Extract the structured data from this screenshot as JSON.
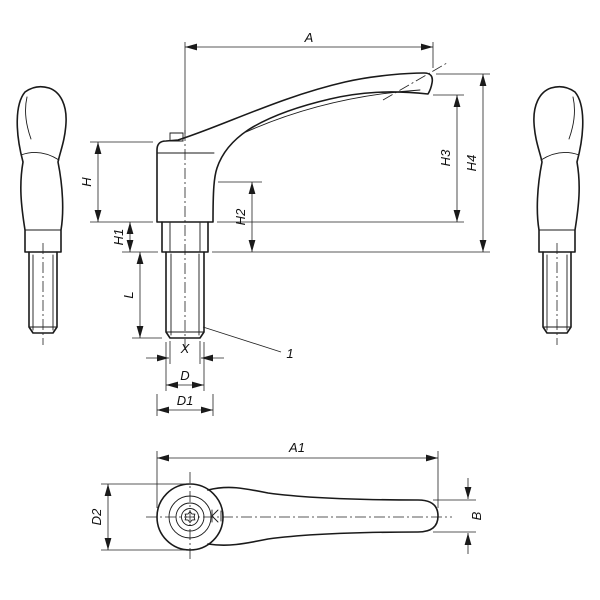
{
  "page": {
    "background": "#ffffff",
    "line_color": "#1a1a1a",
    "dimension_color": "#222222"
  },
  "labels": {
    "A": "A",
    "H": "H",
    "H1": "H1",
    "H2": "H2",
    "H3": "H3",
    "H4": "H4",
    "L": "L",
    "X": "X",
    "D": "D",
    "D1": "D1",
    "callout_1": "1",
    "A1": "A1",
    "D2": "D2",
    "B": "B"
  }
}
